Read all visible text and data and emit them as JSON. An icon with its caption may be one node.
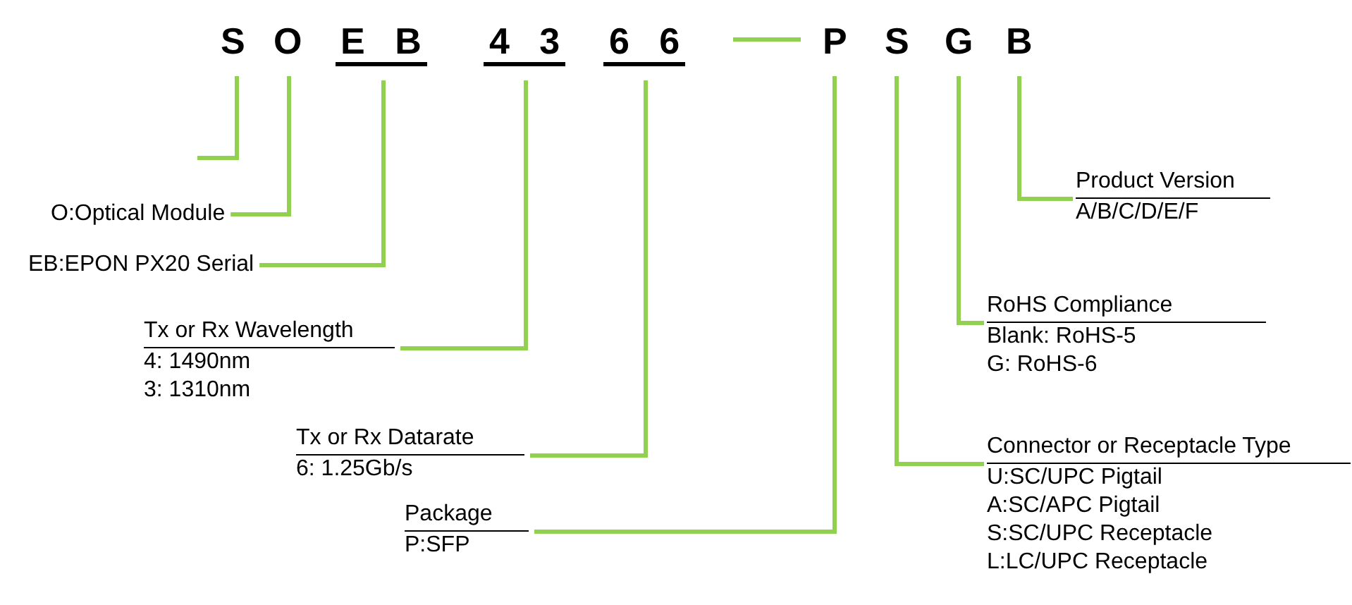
{
  "diagram": {
    "nodes": [
      {
        "text": [
          "S"
        ]
      },
      {
        "text": [
          "O"
        ]
      },
      {
        "text": [
          "E B"
        ]
      },
      {
        "text": [
          "4 3"
        ]
      },
      {
        "text": [
          "6 6"
        ]
      },
      {
        "text": [
          "P"
        ]
      },
      {
        "text": [
          "S"
        ]
      },
      {
        "text": [
          "G"
        ]
      },
      {
        "text": [
          "B"
        ]
      },
      {
        "text": [
          "O:Optical Module"
        ]
      },
      {
        "text": [
          "EB:EPON PX20 Serial"
        ]
      },
      {
        "text": [
          "Tx or Rx Wavelength",
          "4: 1490nm",
          "3: 1310nm"
        ]
      },
      {
        "text": [
          "Tx or Rx Datarate",
          "6: 1.25Gb/s"
        ]
      },
      {
        "text": [
          "Package",
          "P:SFP"
        ]
      },
      {
        "text": [
          "Connector or Receptacle Type",
          "U:SC/UPC Pigtail",
          "A:SC/APC Pigtail",
          "S:SC/UPC Receptacle",
          "L:LC/UPC Receptacle"
        ]
      },
      {
        "text": [
          "RoHS Compliance",
          "Blank: RoHS-5",
          "G: RoHS-6"
        ]
      },
      {
        "text": [
          "Product Version",
          "A/B/C/D/E/F"
        ]
      }
    ],
    "edges": [
      {
        "from": 0,
        "to": null,
        "arrow": "none"
      },
      {
        "from": 1,
        "to": 9,
        "arrow": "none"
      },
      {
        "from": 2,
        "to": 10,
        "arrow": "none"
      },
      {
        "from": 3,
        "to": 11,
        "arrow": "none"
      },
      {
        "from": 4,
        "to": 12,
        "arrow": "none"
      },
      {
        "from": 5,
        "to": 13,
        "arrow": "none"
      },
      {
        "from": 6,
        "to": 14,
        "arrow": "none"
      },
      {
        "from": 7,
        "to": 15,
        "arrow": "none"
      },
      {
        "from": 8,
        "to": 16,
        "arrow": "none"
      }
    ]
  }
}
